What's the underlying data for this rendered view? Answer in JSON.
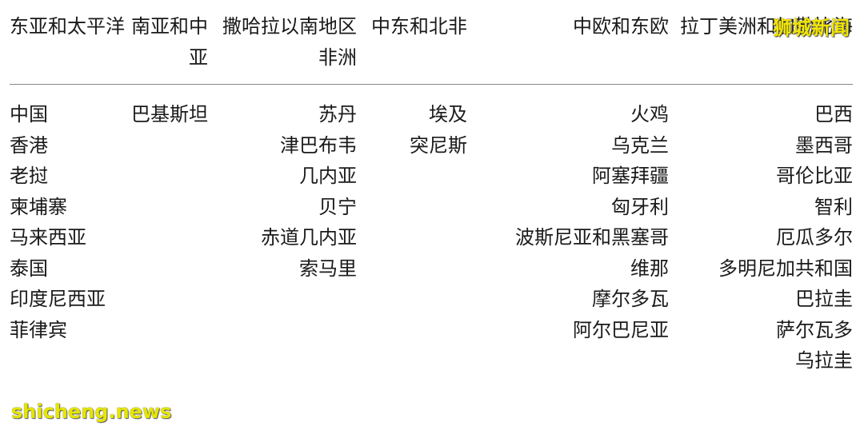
{
  "table": {
    "headers": [
      "东亚和太平洋",
      "南亚和中亚",
      "撒哈拉以南地区非洲",
      "中东和北非",
      "中欧和东欧",
      "拉丁美洲和加勒比海"
    ],
    "columns": [
      [
        "中国",
        "香港",
        "老挝",
        "柬埔寨",
        "马来西亚",
        "泰国",
        "印度尼西亚",
        "菲律宾"
      ],
      [
        "巴基斯坦"
      ],
      [
        "苏丹",
        "津巴布韦",
        "几内亚",
        "贝宁",
        "赤道几内亚",
        "索马里"
      ],
      [
        "埃及",
        "突尼斯"
      ],
      [
        "火鸡",
        "乌克兰",
        "阿塞拜疆",
        "匈牙利",
        "波斯尼亚和黑塞哥",
        "维那",
        "摩尔多瓦",
        "阿尔巴尼亚"
      ],
      [
        "巴西",
        "墨西哥",
        "哥伦比亚",
        "智利",
        "厄瓜多尔",
        "多明尼加共和国",
        "巴拉圭",
        "萨尔瓦多",
        "乌拉圭"
      ]
    ]
  },
  "watermark": {
    "top": "狮城新闻",
    "bottom": "shicheng.news"
  }
}
